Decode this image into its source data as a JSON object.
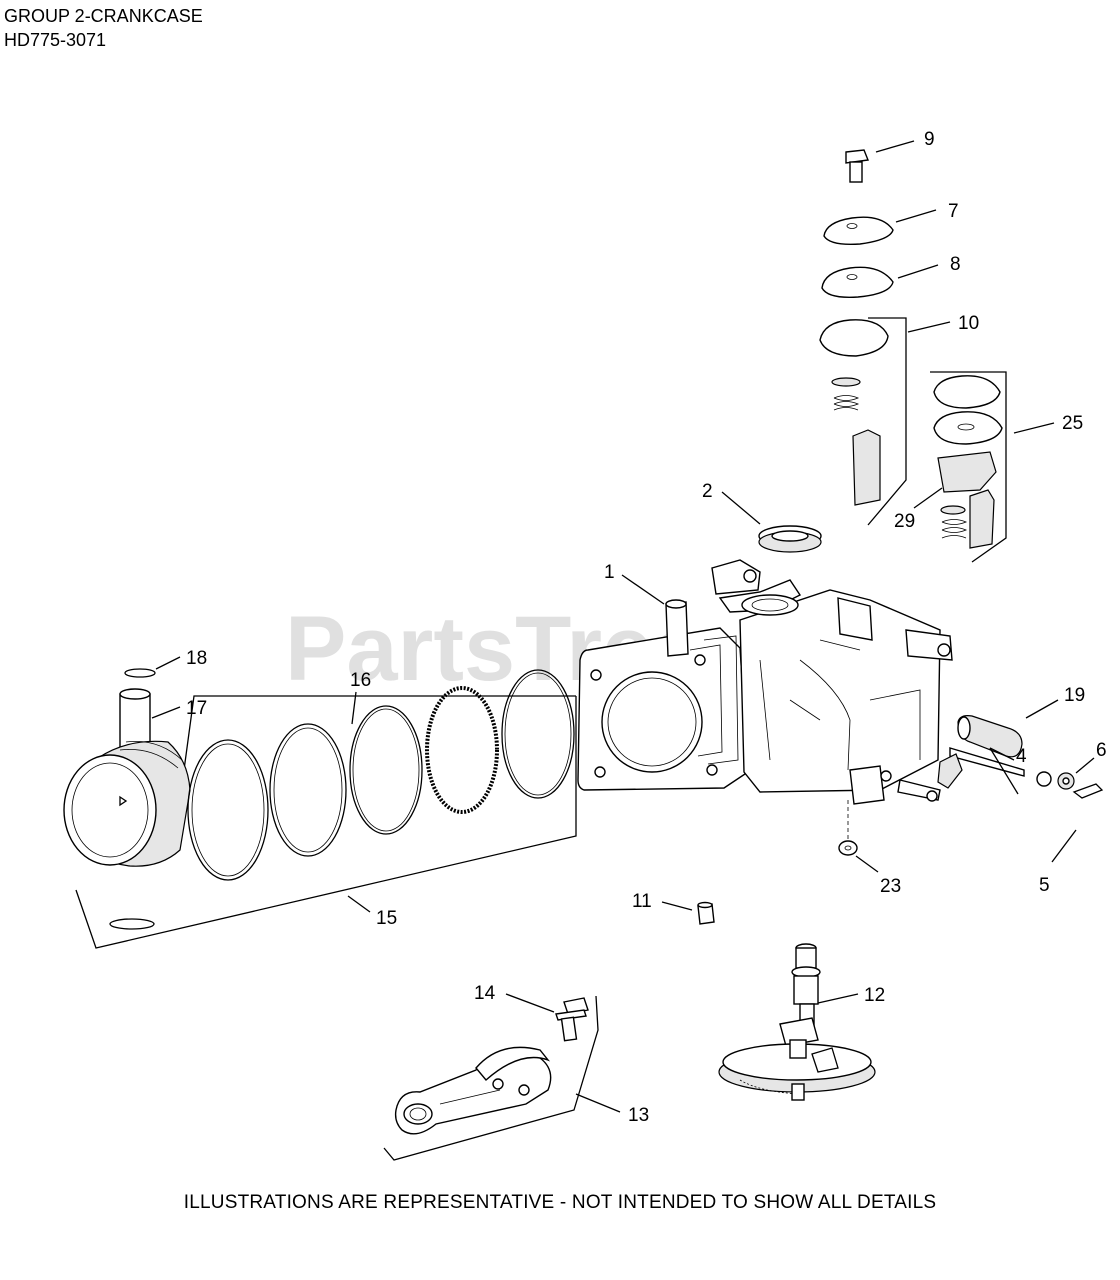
{
  "header": {
    "group_title": "GROUP 2-CRANKCASE",
    "model": "HD775-3071"
  },
  "watermark": "PartsTree",
  "footer": "ILLUSTRATIONS ARE REPRESENTATIVE - NOT INTENDED TO SHOW ALL DETAILS",
  "callouts": {
    "c1": "1",
    "c2": "2",
    "c4": "4",
    "c5": "5",
    "c6": "6",
    "c7": "7",
    "c8": "8",
    "c9": "9",
    "c10": "10",
    "c11": "11",
    "c12": "12",
    "c13": "13",
    "c14": "14",
    "c15": "15",
    "c16": "16",
    "c17": "17",
    "c18": "18",
    "c19": "19",
    "c23": "23",
    "c25": "25",
    "c29": "29"
  }
}
